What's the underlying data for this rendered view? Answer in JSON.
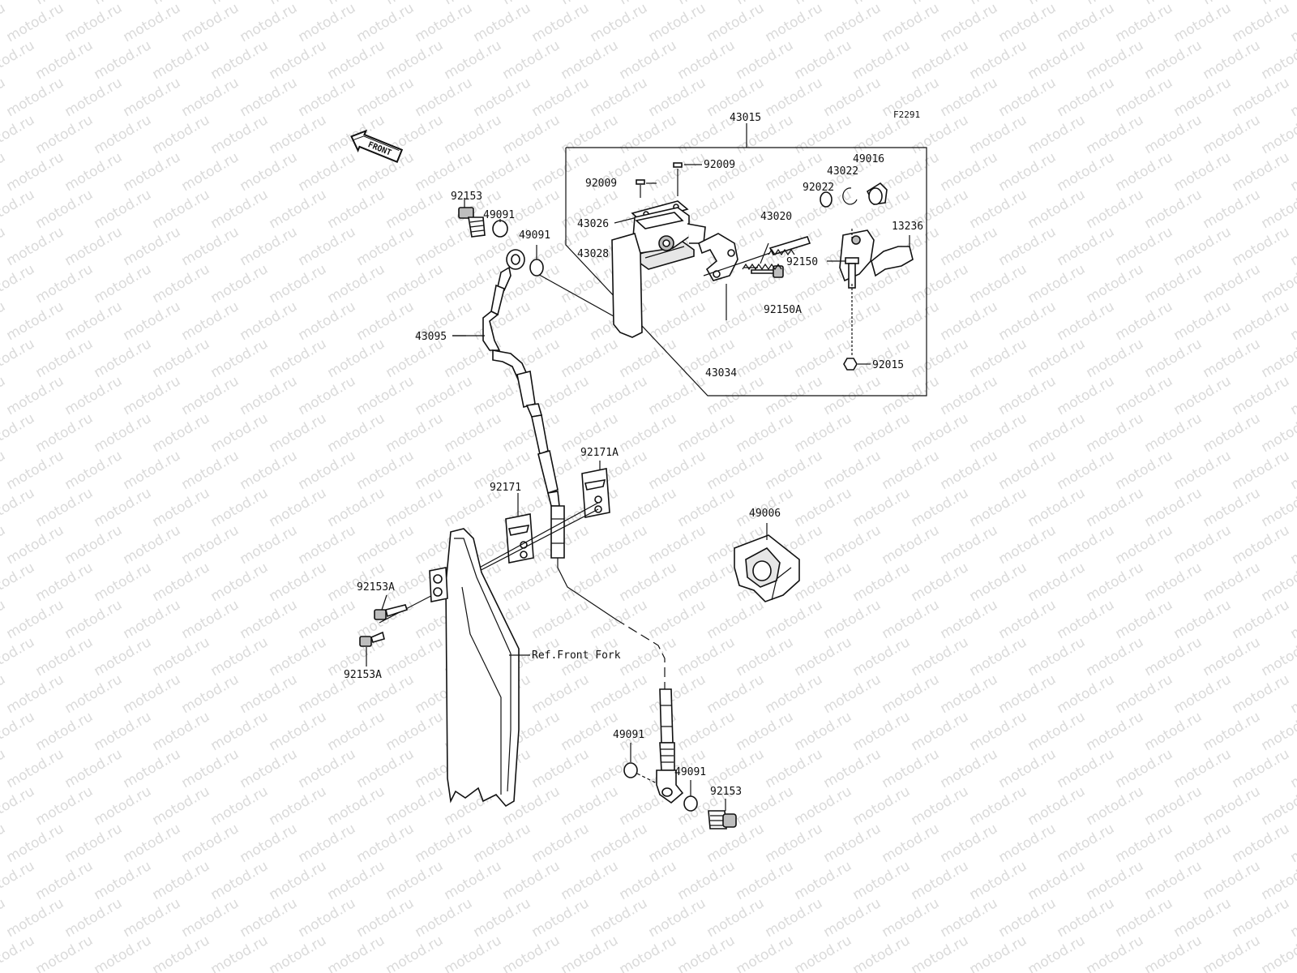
{
  "watermark": "motod.ru",
  "diagram_code": "F2291",
  "front_marker": "FRONT",
  "reference_label": "Ref.Front Fork",
  "parts": {
    "p43015": "43015",
    "p92009a": "92009",
    "p92009b": "92009",
    "p43026": "43026",
    "p43028": "43028",
    "p43020": "43020",
    "p92022": "92022",
    "p43022": "43022",
    "p49016": "49016",
    "p13236": "13236",
    "p92150": "92150",
    "p92150A": "92150A",
    "p43034": "43034",
    "p92015": "92015",
    "p92153top": "92153",
    "p49091a": "49091",
    "p49091b": "49091",
    "p43095": "43095",
    "p92171A": "92171A",
    "p92171": "92171",
    "p49006": "49006",
    "p92153Aa": "92153A",
    "p92153Ab": "92153A",
    "p49091c": "49091",
    "p49091d": "49091",
    "p92153bot": "92153"
  }
}
